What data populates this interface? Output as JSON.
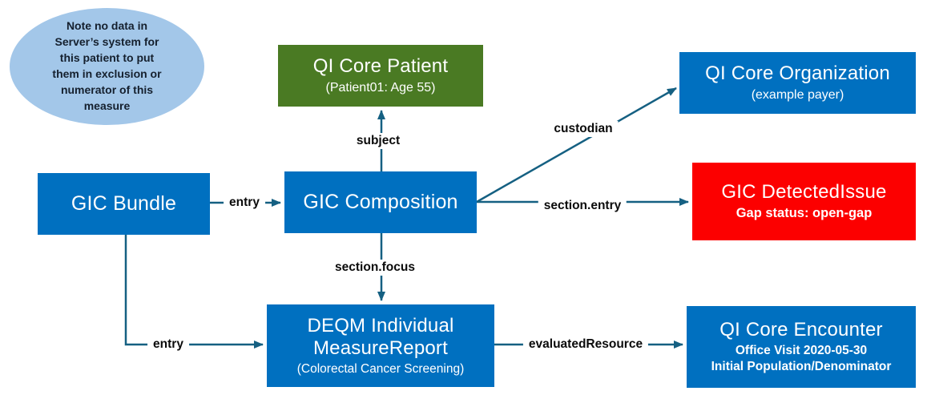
{
  "note": {
    "lines": [
      "Note no data in",
      "Server’s system for",
      "this patient to put",
      "them in exclusion or",
      "numerator of this",
      "measure"
    ]
  },
  "nodes": {
    "patient": {
      "title": "QI Core Patient",
      "subtitle": "(Patient01: Age 55)"
    },
    "organization": {
      "title": "QI Core Organization",
      "subtitle": "(example payer)"
    },
    "bundle": {
      "title": "GIC Bundle"
    },
    "composition": {
      "title": "GIC Composition"
    },
    "detected_issue": {
      "title": "GIC DetectedIssue",
      "subtitle": "Gap status: open-gap"
    },
    "measure_report": {
      "title": "DEQM Individual MeasureReport",
      "subtitle": "(Colorectal Cancer Screening)"
    },
    "encounter": {
      "title": "QI Core Encounter",
      "subtitle_line1": "Office Visit 2020-05-30",
      "subtitle_line2": "Initial Population/Denominator"
    }
  },
  "edges": {
    "entry_top": "entry",
    "subject": "subject",
    "custodian": "custodian",
    "section_entry": "section.entry",
    "section_focus": "section.focus",
    "entry_bottom": "entry",
    "evaluated_resource": "evaluatedResource"
  },
  "colors": {
    "box_blue": "#0070C0",
    "box_green": "#4A7A23",
    "box_red": "#FC0000",
    "ellipse_blue": "#A3C7E9",
    "line": "#156082",
    "text_white": "#FFFFFF",
    "label_black": "#0B0B0B"
  }
}
